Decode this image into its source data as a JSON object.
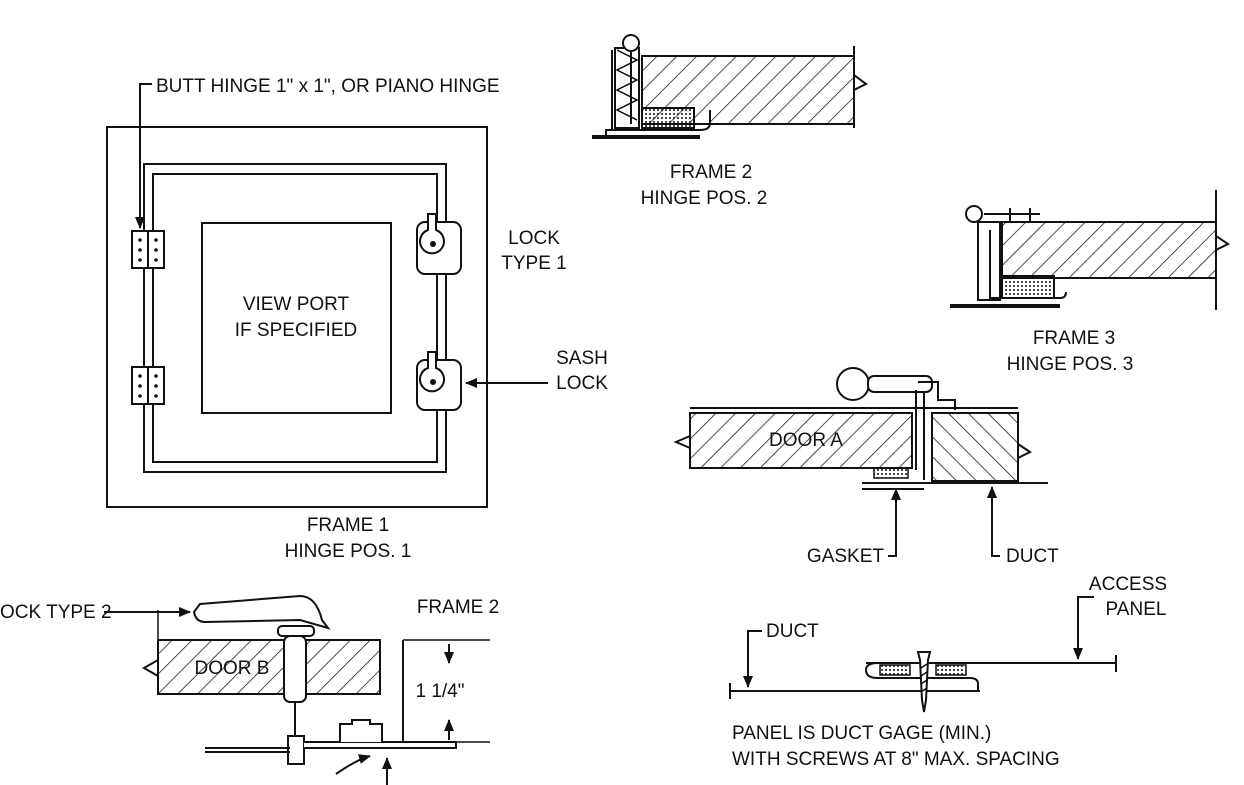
{
  "labels": {
    "butt_hinge": "BUTT HINGE 1\" x 1\", OR PIANO HINGE",
    "view_port_1": "VIEW PORT",
    "view_port_2": "IF SPECIFIED",
    "lock_type1_1": "LOCK",
    "lock_type1_2": "TYPE 1",
    "sash_1": "SASH",
    "sash_2": "LOCK",
    "frame1_1": "FRAME 1",
    "frame1_2": "HINGE POS. 1",
    "frame2_top_1": "FRAME 2",
    "frame2_top_2": "HINGE POS. 2",
    "frame3_1": "FRAME 3",
    "frame3_2": "HINGE POS. 3",
    "door_a": "DOOR  A",
    "gasket": "GASKET",
    "duct_1": "DUCT",
    "lock_type2": "OCK TYPE 2",
    "frame2_bottom": "FRAME 2",
    "door_b": "DOOR B",
    "dimension": "1 1/4\"",
    "duct_2": "DUCT",
    "access_1": "ACCESS",
    "access_2": "PANEL",
    "panel_note_1": "PANEL IS DUCT GAGE (MIN.)",
    "panel_note_2": "WITH SCREWS AT 8\" MAX. SPACING"
  }
}
